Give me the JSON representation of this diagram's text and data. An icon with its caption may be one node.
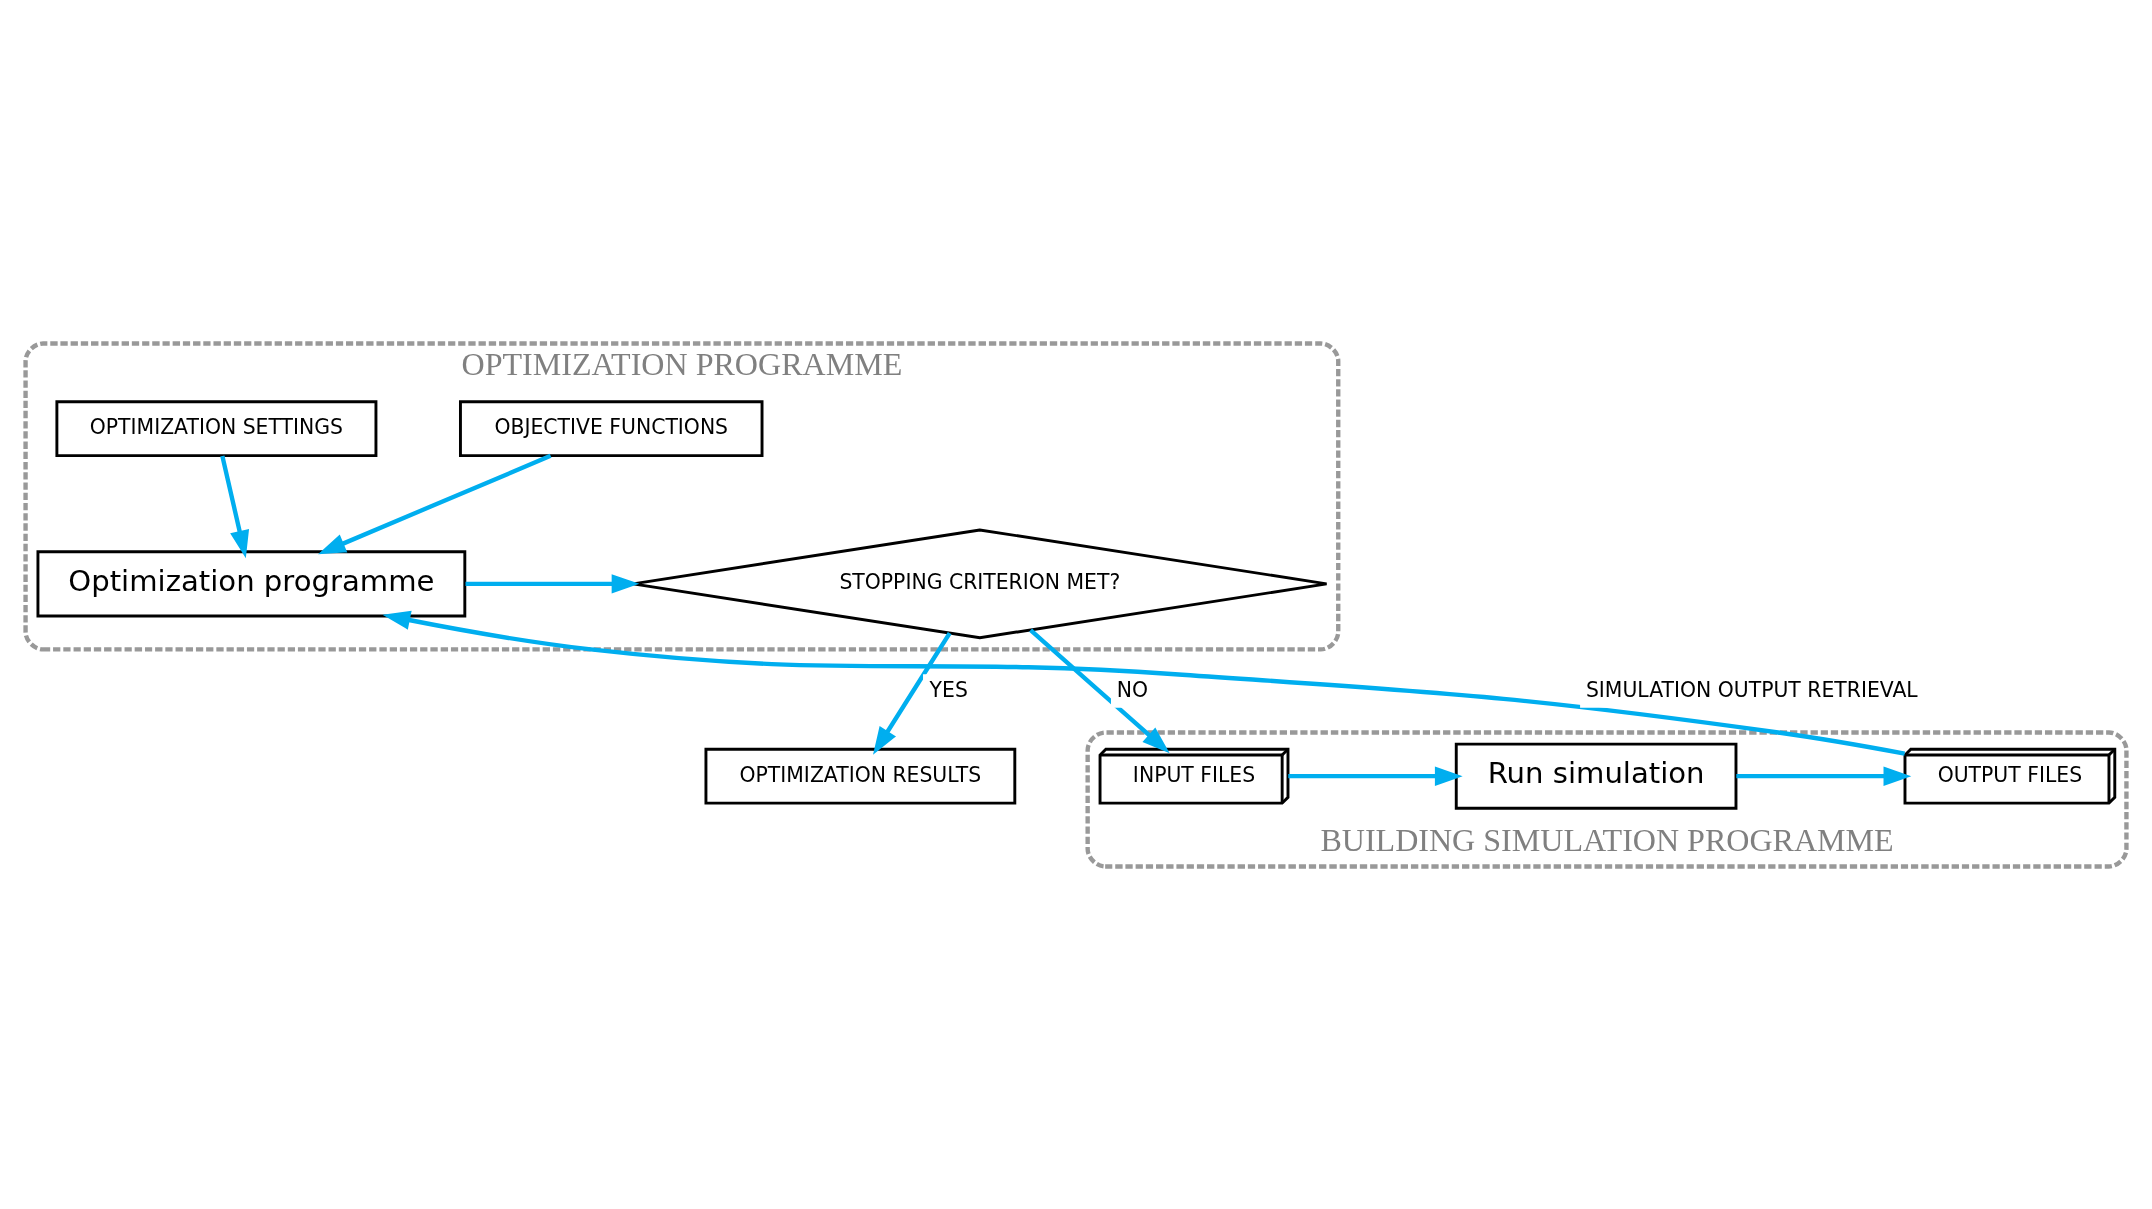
{
  "diagram": {
    "nodes": [
      {
        "text": [
          "OPTIMIZATION PROGRAMME"
        ]
      },
      {
        "text": [
          "OBJECTIVE FUNCTIONS"
        ],
        "in": 0
      },
      {
        "text": [
          "OPTIMIZATION SETTINGS"
        ],
        "in": 0
      },
      {
        "text": [
          "Optimization programme"
        ],
        "in": 0
      },
      {
        "text": [
          "STOPPING CRITERION MET?"
        ],
        "in": 0
      },
      {
        "text": [
          "OPTIMIZATION RESULTS"
        ]
      },
      {
        "text": [
          "BUILDING SIMULATION PROGRAMME"
        ]
      },
      {
        "text": [
          "INPUT FILES"
        ],
        "in": 6
      },
      {
        "text": [
          "Run simulation"
        ],
        "in": 6
      },
      {
        "text": [
          "OUTPUT FILES"
        ],
        "in": 6
      }
    ],
    "edges": [
      {
        "from": 1,
        "to": 3,
        "arrow": "to"
      },
      {
        "from": 2,
        "to": 3,
        "arrow": "to"
      },
      {
        "from": 3,
        "to": 4,
        "arrow": "to"
      },
      {
        "from": 4,
        "to": 5,
        "arrow": "to",
        "label": "YES"
      },
      {
        "from": 4,
        "to": 7,
        "arrow": "to",
        "label": "NO"
      },
      {
        "from": 7,
        "to": 8,
        "arrow": "to"
      },
      {
        "from": 8,
        "to": 9,
        "arrow": "to"
      },
      {
        "from": 9,
        "to": 3,
        "arrow": "to",
        "label": "SIMULATION OUTPUT RETRIEVAL"
      }
    ]
  }
}
